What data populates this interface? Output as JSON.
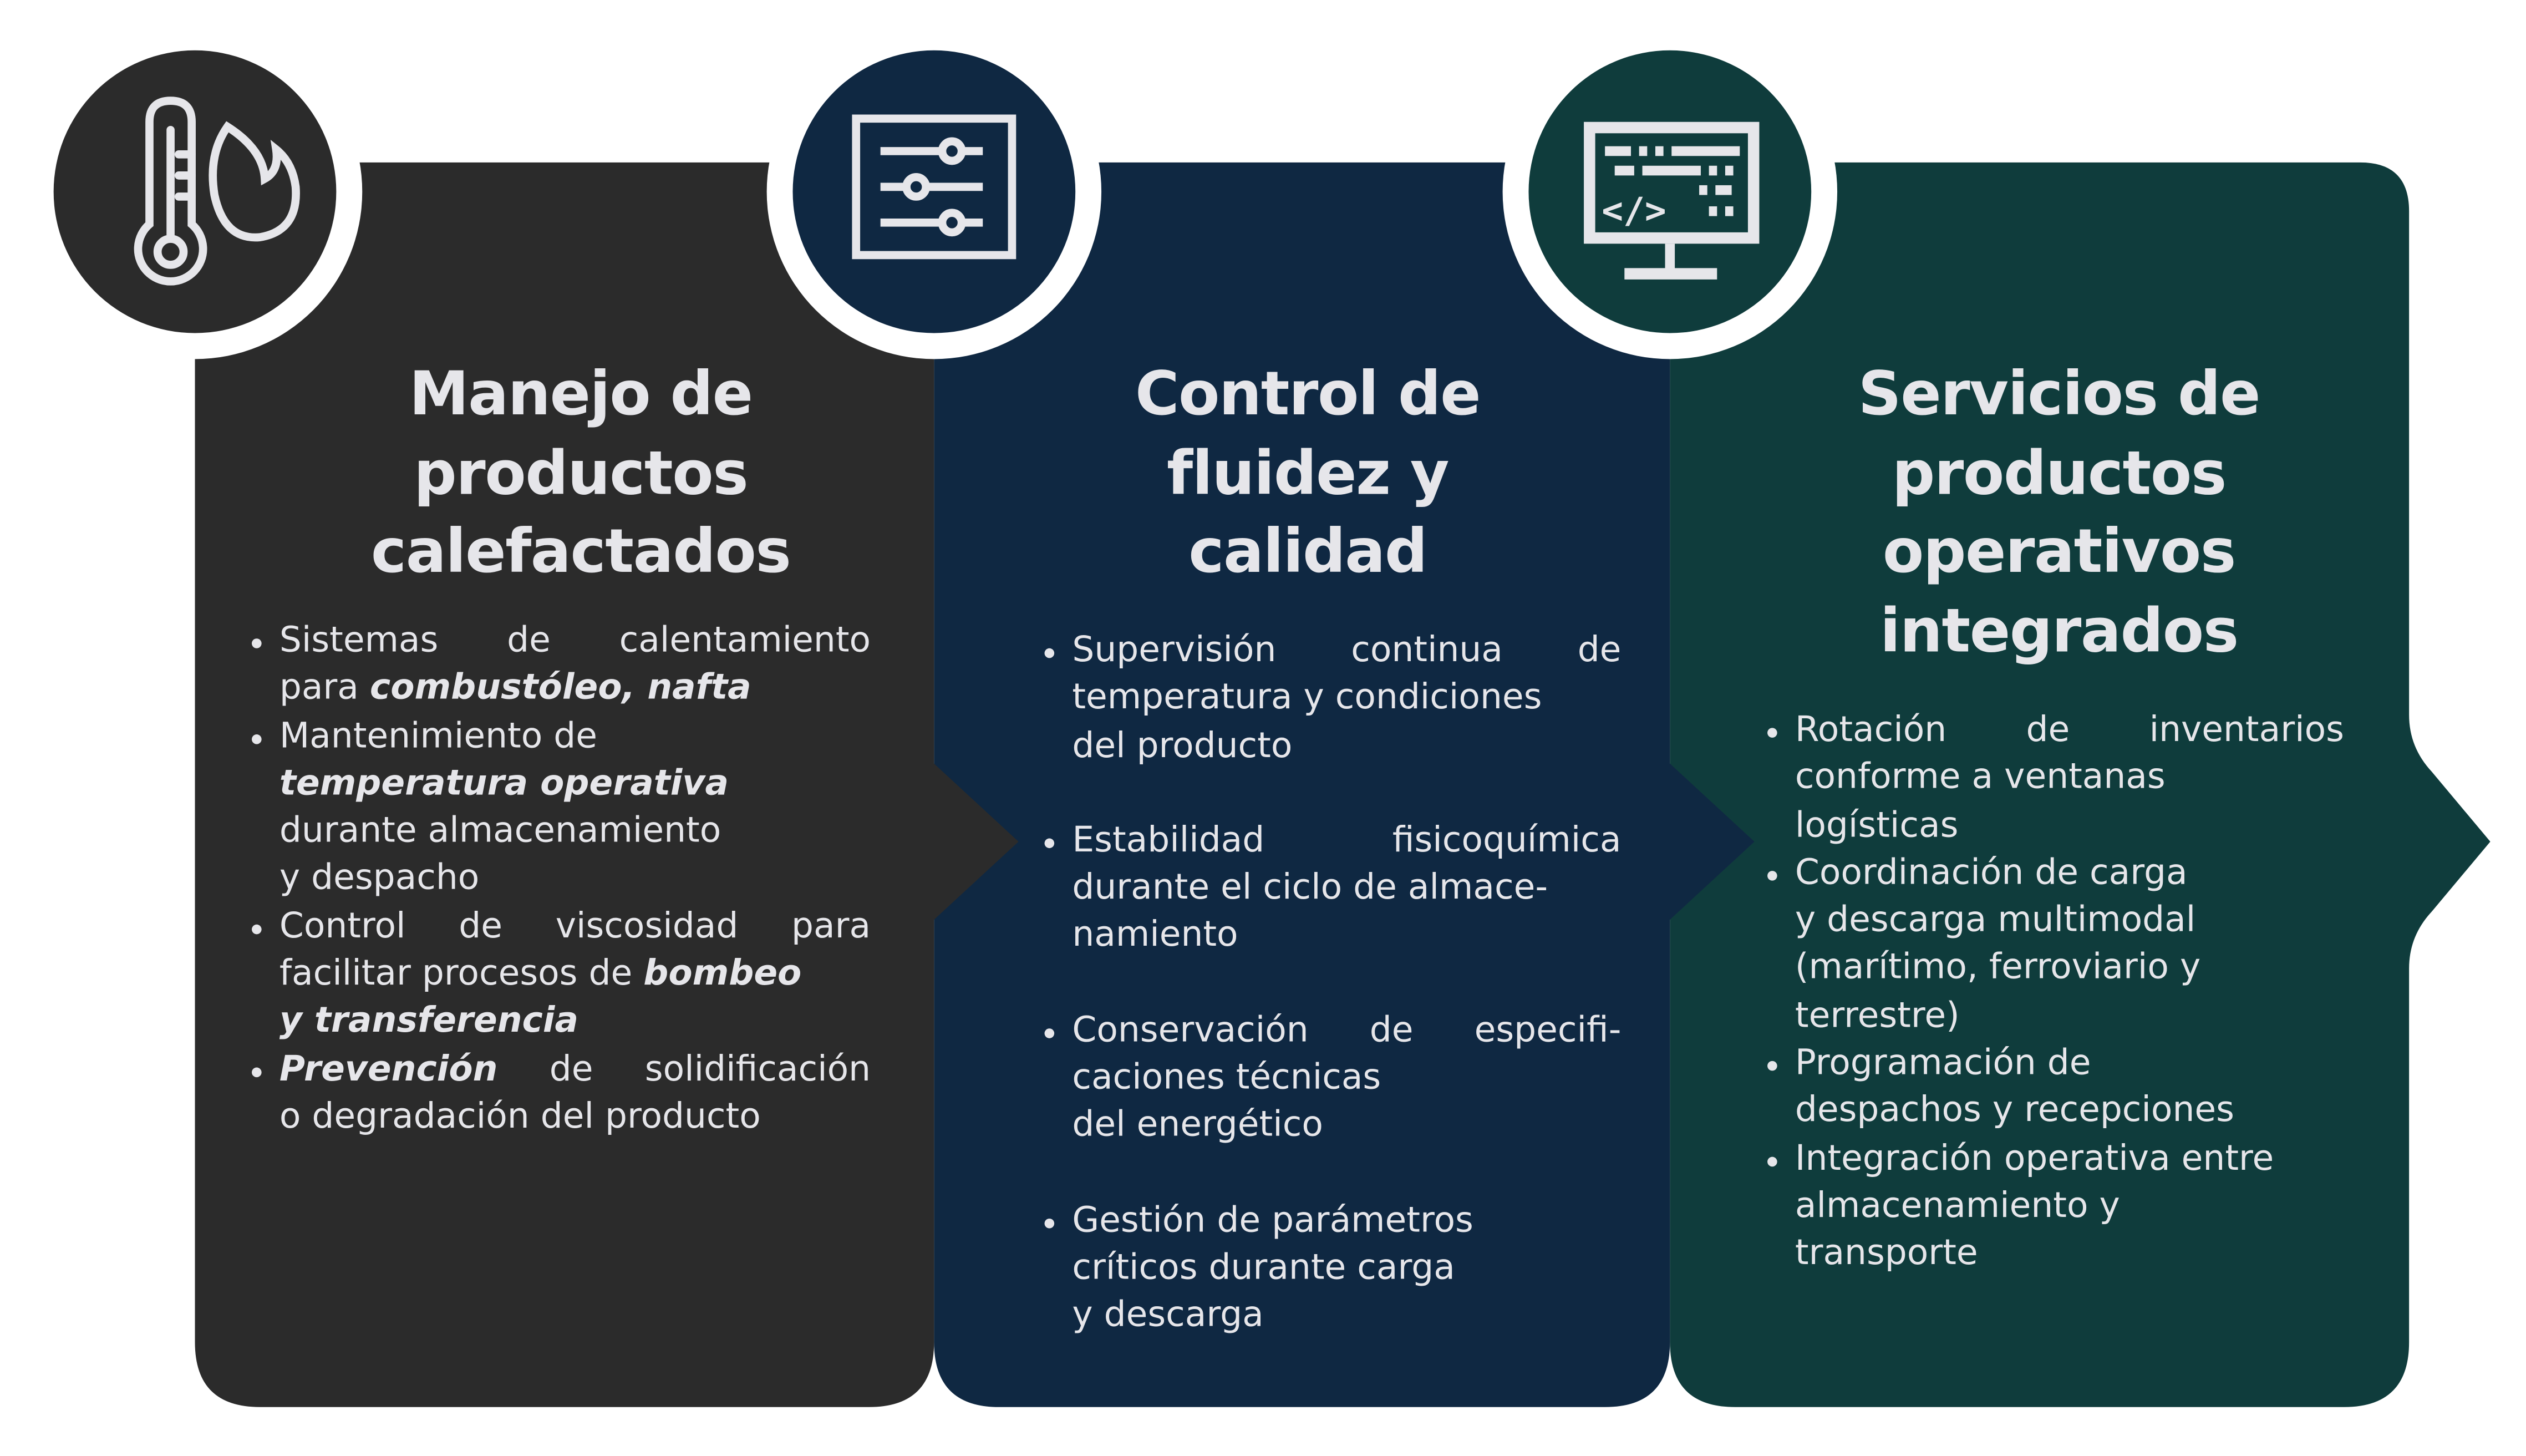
{
  "colors": {
    "panel1": "#2b2b2b",
    "panel2": "#0f2842",
    "panel3": "#0f3c3c",
    "text": "#e6e6ea",
    "background": "#ffffff"
  },
  "panels": [
    {
      "icon": "thermometer-flame-icon",
      "title": [
        "Manejo de",
        "productos",
        "calefactados"
      ],
      "bullets": [
        [
          [
            {
              "t": "Sistemas de calentamiento"
            }
          ],
          [
            {
              "t": "para "
            },
            {
              "t": "combustóleo, nafta",
              "bi": true
            }
          ]
        ],
        [
          [
            {
              "t": "Mantenimiento de"
            }
          ],
          [
            {
              "t": "temperatura operativa",
              "bi": true
            }
          ],
          [
            {
              "t": "durante almacenamiento"
            }
          ],
          [
            {
              "t": "y despacho"
            }
          ]
        ],
        [
          [
            {
              "t": "Control de viscosidad para"
            }
          ],
          [
            {
              "t": "facilitar procesos de "
            },
            {
              "t": "bombeo",
              "bi": true
            }
          ],
          [
            {
              "t": "y transferencia",
              "bi": true
            }
          ]
        ],
        [
          [
            {
              "t": "Prevención",
              "bi": true
            },
            {
              "t": " de solidificación"
            }
          ],
          [
            {
              "t": "o degradación del producto"
            }
          ]
        ]
      ]
    },
    {
      "icon": "sliders-panel-icon",
      "title": [
        "Control de",
        "fluidez y",
        "calidad"
      ],
      "bullets": [
        [
          [
            {
              "t": "Supervisión continua de"
            }
          ],
          [
            {
              "t": "temperatura y condiciones"
            }
          ],
          [
            {
              "t": "del producto"
            }
          ]
        ],
        [
          [
            {
              "t": "Estabilidad fisicoquímica"
            }
          ],
          [
            {
              "t": "durante el ciclo de almace-"
            }
          ],
          [
            {
              "t": "namiento"
            }
          ]
        ],
        [
          [
            {
              "t": "Conservación de especifi-"
            }
          ],
          [
            {
              "t": "caciones técnicas"
            }
          ],
          [
            {
              "t": "del energético"
            }
          ]
        ],
        [
          [
            {
              "t": "Gestión de parámetros"
            }
          ],
          [
            {
              "t": "críticos durante carga"
            }
          ],
          [
            {
              "t": "y descarga"
            }
          ]
        ]
      ]
    },
    {
      "icon": "code-monitor-icon",
      "title": [
        "Servicios de",
        "productos",
        "operativos",
        "integrados"
      ],
      "bullets": [
        [
          [
            {
              "t": "Rotación de inventarios"
            }
          ],
          [
            {
              "t": "conforme a ventanas"
            }
          ],
          [
            {
              "t": "logísticas"
            }
          ]
        ],
        [
          [
            {
              "t": "Coordinación de carga"
            }
          ],
          [
            {
              "t": "y descarga multimodal"
            }
          ],
          [
            {
              "t": "(marítimo, ferroviario y"
            }
          ],
          [
            {
              "t": "terrestre)"
            }
          ]
        ],
        [
          [
            {
              "t": "Programación de"
            }
          ],
          [
            {
              "t": "despachos y recepciones"
            }
          ]
        ],
        [
          [
            {
              "t": "Integración operativa entre"
            }
          ],
          [
            {
              "t": "almacenamiento y"
            }
          ],
          [
            {
              "t": "transporte"
            }
          ]
        ]
      ]
    }
  ]
}
